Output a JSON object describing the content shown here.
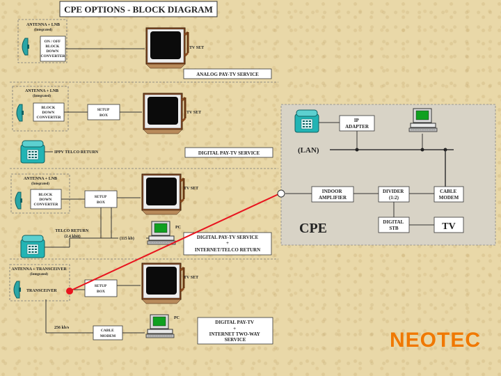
{
  "title": "CPE OPTIONS - BLOCK DIAGRAM",
  "left": {
    "s1": {
      "antenna": "ANTENNA + LNB",
      "antenna_sub": "(Integrated)",
      "converter": [
        "ON / OFF",
        "BLOCK",
        "DOWN",
        "CONVERTER"
      ],
      "tv": "TV SET",
      "service": "ANALOG PAY-TV SERVICE"
    },
    "s2": {
      "antenna": "ANTENNA + LNB",
      "antenna_sub": "(Integrated)",
      "converter": [
        "BLOCK",
        "DOWN",
        "CONVERTER"
      ],
      "stb": [
        "SETUP",
        "BOX"
      ],
      "tv": "TV SET",
      "telco": "IPPV TELCO RETURN",
      "service": "DIGITAL PAY-TV SERVICE"
    },
    "s3": {
      "antenna": "ANTENNA + LNB",
      "antenna_sub": "(Integrated)",
      "converter": [
        "BLOCK",
        "DOWN",
        "CONVERTER"
      ],
      "stb": [
        "SETUP",
        "BOX"
      ],
      "tv": "TV SET",
      "telco": [
        "TELCO RETURN",
        "(2.4 kbit)"
      ],
      "rate": "(115 kb)",
      "pc": "PC",
      "service1": "DIGITAL PAY-TV SERVICE",
      "plus": "+",
      "service2": "INTERNET/TELCO RETURN"
    },
    "s4": {
      "antenna": "ANTENNA + TRANSCEIVER",
      "antenna_sub": "(Integrated)",
      "transceiver": "TRANSCEIVER",
      "stb": [
        "SETUP",
        "BOX"
      ],
      "tv": "TV SET",
      "rate": "256 kb/s",
      "modem": [
        "CABLE",
        "MODEM"
      ],
      "pc": "PC",
      "service": [
        "DIGITAL PAY-TV",
        "+",
        "INTERNET TWO-WAY",
        "SERVICE"
      ]
    }
  },
  "right": {
    "adapter": [
      "IP",
      "ADAPTER"
    ],
    "lan": "(LAN)",
    "amplifier": [
      "INDOOR",
      "AMPLIFIER"
    ],
    "divider": [
      "DIVIDER",
      "(1:2)"
    ],
    "modem": [
      "CABLE",
      "MODEM"
    ],
    "stb": [
      "DIGITAL",
      "STB"
    ],
    "tv": "TV",
    "cpe": "CPE"
  },
  "brand": "NEOTEC",
  "colors": {
    "arrow": "#e8141e",
    "brand": "#f07800",
    "lan_panel": "#d8d3c6",
    "tv_body": "#8a4a1e"
  }
}
